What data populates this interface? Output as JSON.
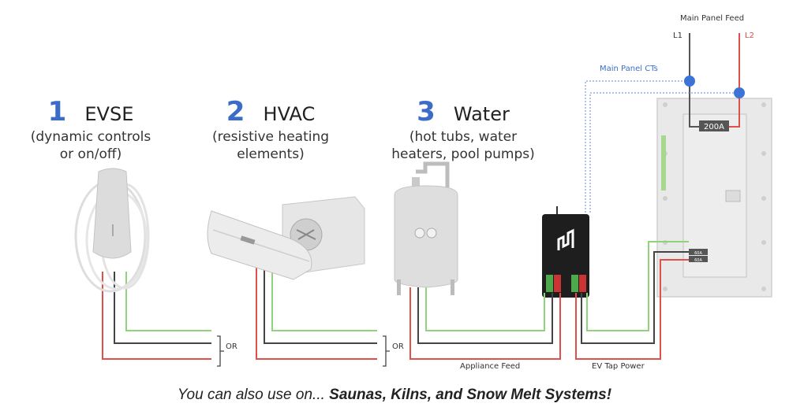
{
  "categories": [
    {
      "number": "1",
      "name": "EVSE",
      "sub1": "(dynamic controls",
      "sub2": "or on/off)"
    },
    {
      "number": "2",
      "name": "HVAC",
      "sub1": "(resistive heating",
      "sub2": "elements)"
    },
    {
      "number": "3",
      "name": "Water",
      "sub1": "(hot tubs, water",
      "sub2": "heaters, pool pumps)"
    }
  ],
  "labels": {
    "main_panel_feed": "Main Panel Feed",
    "l1": "L1",
    "l2": "L2",
    "main_panel_cts": "Main Panel CTs",
    "main_breaker": "200A",
    "breaker_a": "60A",
    "breaker_b": "60A",
    "or_1": "OR",
    "or_2": "OR",
    "appliance_feed": "Appliance Feed",
    "ev_tap_power": "EV Tap Power"
  },
  "footer": {
    "prefix": "You can also use on... ",
    "emphasis": "Saunas, Kilns, and Snow Melt Systems!"
  },
  "colors": {
    "accent": "#3a6cc8",
    "wire_green": "#8fd37a",
    "wire_black": "#444444",
    "wire_red": "#e0504a",
    "ct_dot": "#3b74d6"
  }
}
